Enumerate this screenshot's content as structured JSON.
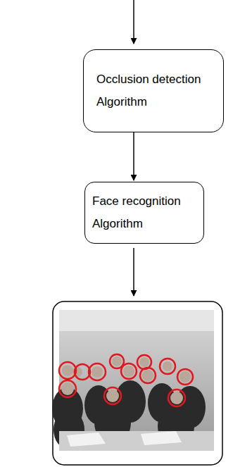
{
  "diagram": {
    "nodes": [
      {
        "text": [
          "Occlusion detection Algorithm"
        ]
      },
      {
        "text": [
          "Face recognition Algorithm"
        ]
      }
    ],
    "edges": [
      {
        "from": 0,
        "to": 1,
        "arrow": "to"
      }
    ]
  }
}
